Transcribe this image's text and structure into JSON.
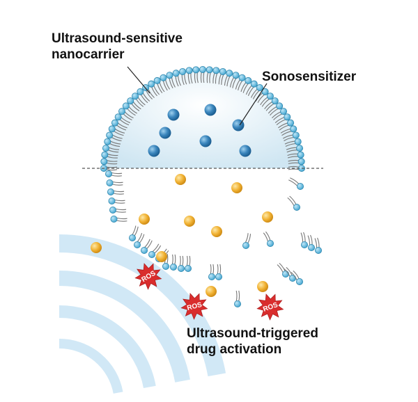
{
  "labels": {
    "nanocarrier": "Ultrasound-sensitive\nnanocarrier",
    "sonosensitizer": "Sonosensitizer",
    "activation": "Ultrasound-triggered\ndrug activation"
  },
  "ros": {
    "text": "ROS",
    "count": 3
  },
  "colors": {
    "lipid_head": "#5bb8dc",
    "lipid_head_stroke": "#2f86ad",
    "sensitizer": "#2f78b0",
    "drug": "#f3b637",
    "ros_star": "#d92d2d",
    "ultrasound_wave": "#cfe7f6",
    "core_fill": "#e4f2f9"
  },
  "icons": {
    "lipid": "lipid-molecule-icon",
    "sensitizer": "sonosensitizer-sphere-icon",
    "drug": "drug-molecule-icon",
    "ros": "ros-burst-icon",
    "ultrasound": "ultrasound-wave-icon"
  }
}
